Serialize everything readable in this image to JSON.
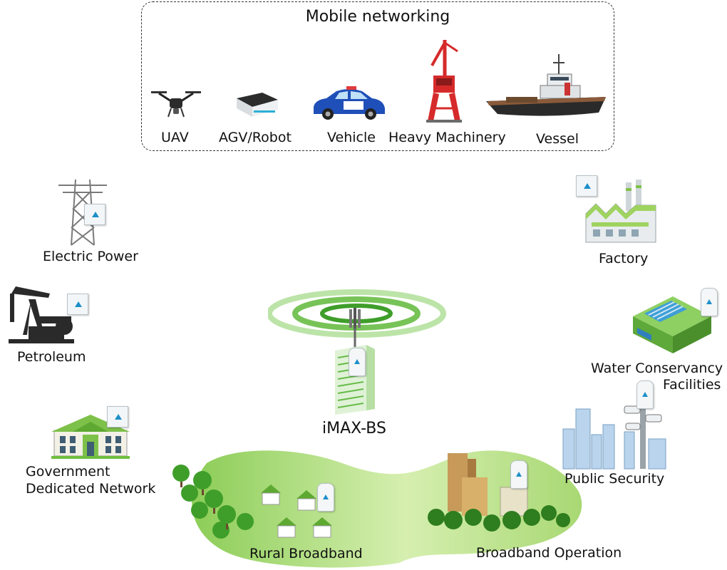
{
  "mobile": {
    "title": "Mobile networking",
    "items": [
      {
        "label": "UAV",
        "icon": "drone-icon"
      },
      {
        "label": "AGV/Robot",
        "icon": "agv-robot-icon"
      },
      {
        "label": "Vehicle",
        "icon": "police-car-icon"
      },
      {
        "label": "Heavy Machinery",
        "icon": "crane-icon"
      },
      {
        "label": "Vessel",
        "icon": "tugboat-icon"
      }
    ]
  },
  "center": {
    "label": "iMAX-BS",
    "icon": "base-station-tower-icon"
  },
  "left": [
    {
      "label": "Electric Power",
      "icon": "power-pylon-icon"
    },
    {
      "label": "Petroleum",
      "icon": "oil-pump-icon"
    },
    {
      "label_lines": [
        "Government",
        "Dedicated Network"
      ],
      "icon": "government-building-icon"
    }
  ],
  "right": [
    {
      "label": "Factory",
      "icon": "factory-icon"
    },
    {
      "label_lines": [
        "Water Conservancy",
        "Facilities"
      ],
      "icon": "dam-icon"
    },
    {
      "label": "Public Security",
      "icon": "surveillance-camera-icon"
    }
  ],
  "bottom": [
    {
      "label": "Rural Broadband",
      "icon": "rural-houses-icon"
    },
    {
      "label": "Broadband Operation",
      "icon": "city-buildings-icon"
    }
  ],
  "colors": {
    "green": "#7ec14a",
    "light_green": "#c9e89c",
    "accent_blue": "#1d8fc9",
    "ring_green": "#5fb83a"
  }
}
